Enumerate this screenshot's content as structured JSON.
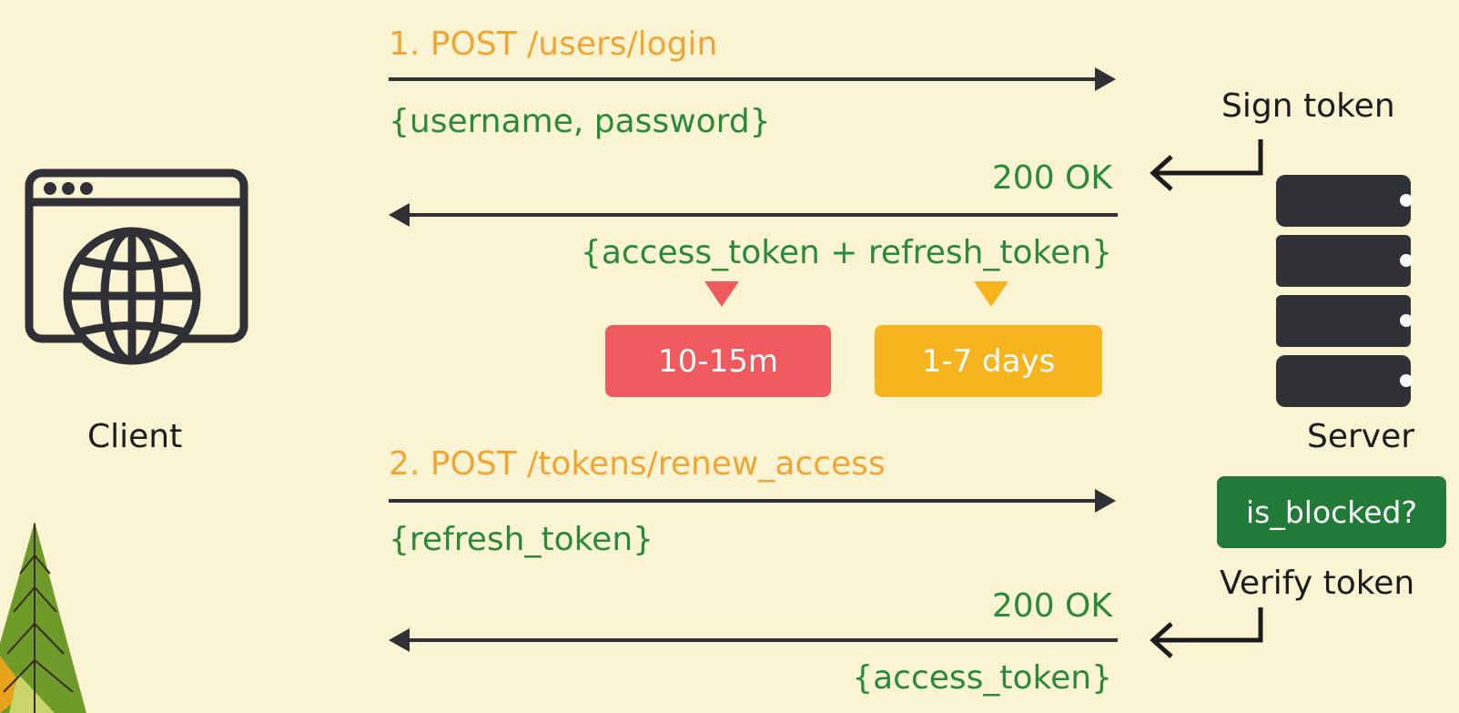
{
  "colors": {
    "background": "#fbf4d2",
    "request": "#f0a534",
    "response": "#2b8a3a",
    "dark": "#2f3136",
    "access": "#ee5a5e",
    "refresh": "#f6b41f",
    "blocked": "#217a37"
  },
  "client": {
    "label": "Client",
    "icon": "browser-globe-icon"
  },
  "server": {
    "label": "Server",
    "icon": "server-rack-icon"
  },
  "flow1": {
    "request_label": "1. POST /users/login",
    "request_body": "{username, password}",
    "sign_label": "Sign token",
    "response_status": "200 OK",
    "response_body": "{access_token + refresh_token}",
    "access_duration": "10-15m",
    "refresh_duration": "1-7 days"
  },
  "flow2": {
    "request_label": "2. POST /tokens/renew_access",
    "request_body": "{refresh_token}",
    "blocked_check": "is_blocked?",
    "verify_label": "Verify token",
    "response_status": "200 OK",
    "response_body": "{access_token}"
  }
}
